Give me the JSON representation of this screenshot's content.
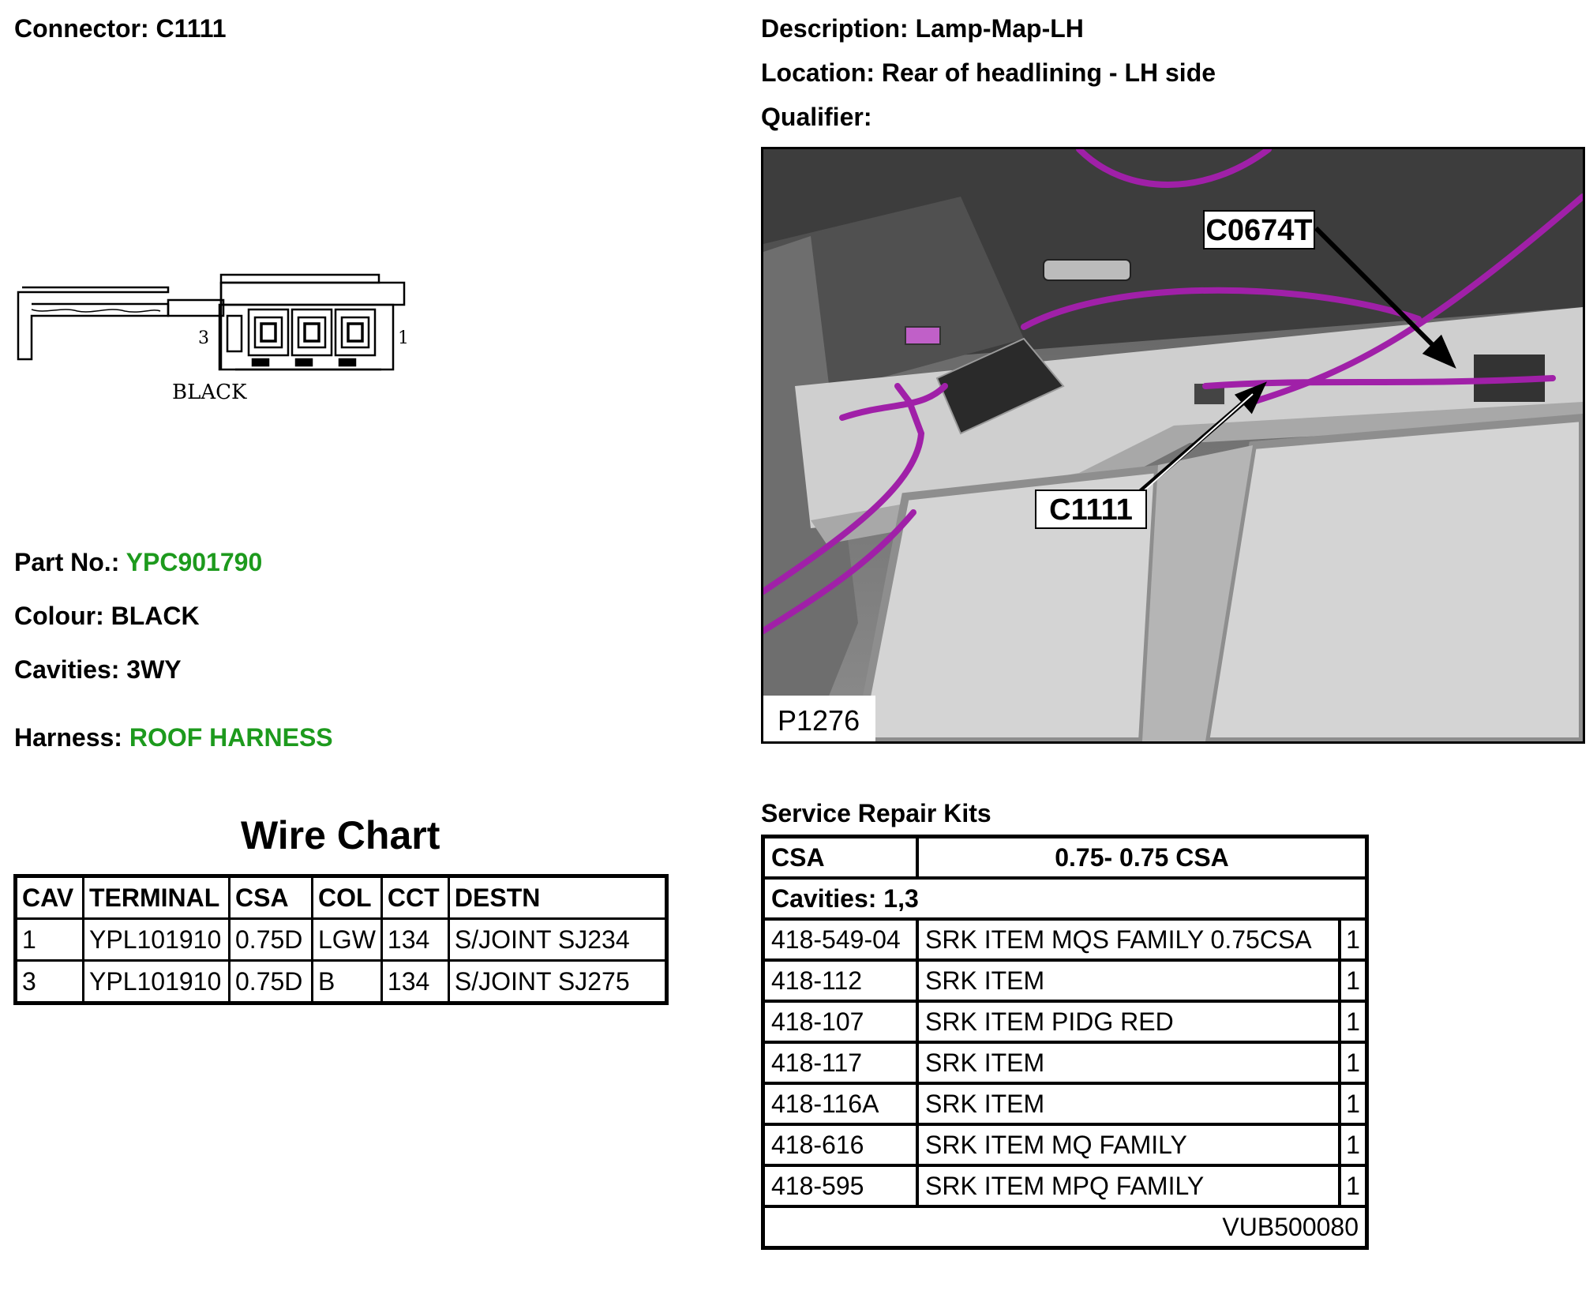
{
  "connector": {
    "label": "Connector:",
    "value": "C1111"
  },
  "description": {
    "label": "Description:",
    "value": "Lamp-Map-LH"
  },
  "location": {
    "label": "Location:",
    "value": "Rear of headlining - LH side"
  },
  "qualifier": {
    "label": "Qualifier:",
    "value": ""
  },
  "drawing": {
    "pin_left": "3",
    "pin_right": "1",
    "colour_caption": "BLACK"
  },
  "part_no": {
    "label": "Part No.:",
    "value": "YPC901790"
  },
  "colour": {
    "label": "Colour:",
    "value": "BLACK"
  },
  "cavities": {
    "label": "Cavities:",
    "value": "3WY"
  },
  "harness": {
    "label": "Harness:",
    "value": "ROOF HARNESS"
  },
  "photo": {
    "callout_top": "C0674T",
    "callout_bottom": "C1111",
    "ref": "P1276"
  },
  "wire_chart": {
    "title": "Wire Chart",
    "headers": [
      "CAV",
      "TERMINAL",
      "CSA",
      "COL",
      "CCT",
      "DESTN"
    ],
    "rows": [
      [
        "1",
        "YPL101910",
        "0.75D",
        "LGW",
        "134",
        "S/JOINT SJ234"
      ],
      [
        "3",
        "YPL101910",
        "0.75D",
        "B",
        "134",
        "S/JOINT SJ275"
      ]
    ]
  },
  "srk": {
    "title": "Service Repair Kits",
    "csa_label": "CSA",
    "csa_value": "0.75- 0.75 CSA",
    "cavities": "Cavities: 1,3",
    "items": [
      [
        "418-549-04",
        "SRK ITEM MQS FAMILY 0.75CSA",
        "1"
      ],
      [
        "418-112",
        "SRK ITEM",
        "1"
      ],
      [
        "418-107",
        "SRK ITEM PIDG RED",
        "1"
      ],
      [
        "418-117",
        "SRK ITEM",
        "1"
      ],
      [
        "418-116A",
        "SRK ITEM",
        "1"
      ],
      [
        "418-616",
        "SRK ITEM MQ FAMILY",
        "1"
      ],
      [
        "418-595",
        "SRK ITEM MPQ FAMILY",
        "1"
      ]
    ],
    "footer": "VUB500080"
  },
  "colors": {
    "harness_wire": "#a020a8",
    "green_text": "#1d9a1d"
  }
}
